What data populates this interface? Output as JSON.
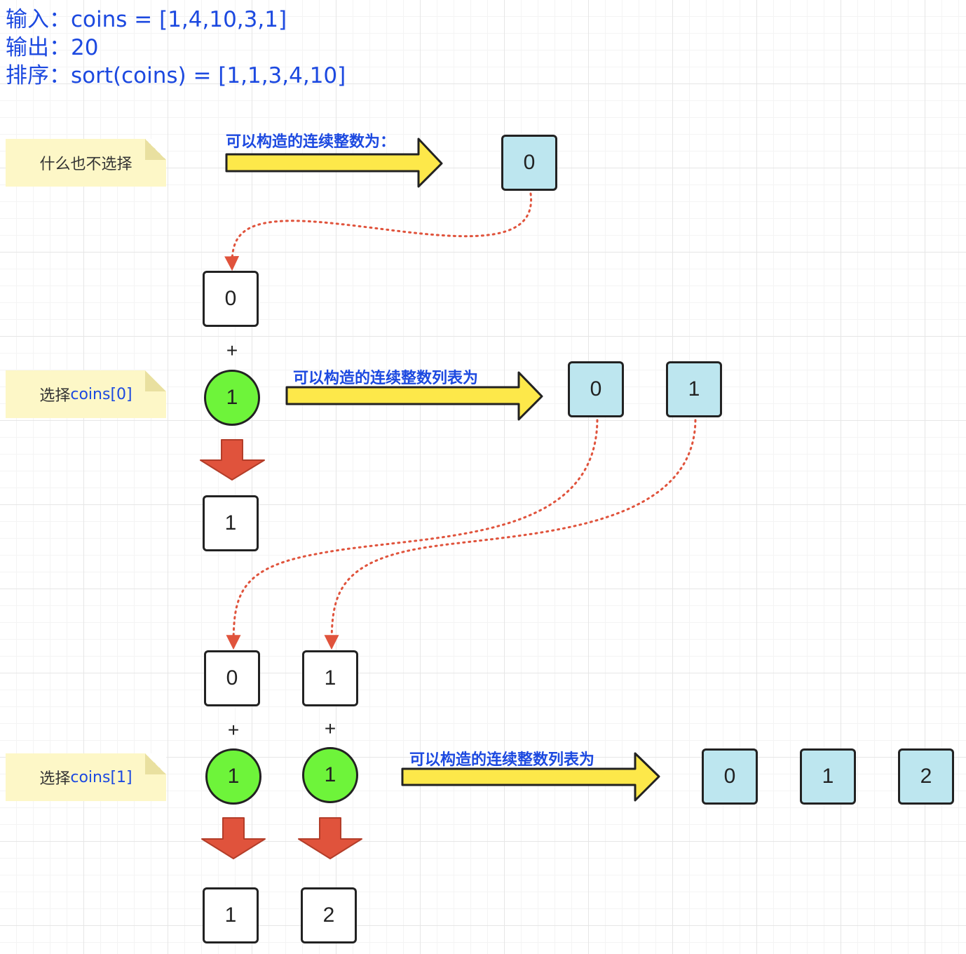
{
  "header": {
    "line1": "输入：coins = [1,4,10,3,1]",
    "line2": "输出：20",
    "line3": "排序：sort(coins) = [1,1,3,4,10]"
  },
  "notes": {
    "n1": "什么也不选择",
    "n2_prefix": "选择",
    "n2_code": "coins[0]",
    "n3_prefix": "选择",
    "n3_code": "coins[1]"
  },
  "labels": {
    "l1": "可以构造的连续整数为：",
    "l2": "可以构造的连续整数列表为",
    "l3": "可以构造的连续整数列表为"
  },
  "step0": {
    "result": [
      "0"
    ]
  },
  "step1": {
    "base": [
      "0"
    ],
    "plus": "+",
    "coin": "1",
    "sum": [
      "1"
    ],
    "result": [
      "0",
      "1"
    ]
  },
  "step2": {
    "base": [
      "0",
      "1"
    ],
    "plus": "+",
    "coin": "1",
    "sum": [
      "1",
      "2"
    ],
    "result": [
      "0",
      "1",
      "2"
    ]
  },
  "colors": {
    "text_blue": "#1c49e0",
    "note_yellow": "#fdf7c7",
    "box_blue": "#bde6ef",
    "coin_green": "#6ef43a",
    "arrow_yellow": "#fde84a",
    "arrow_red": "#e0533c"
  }
}
